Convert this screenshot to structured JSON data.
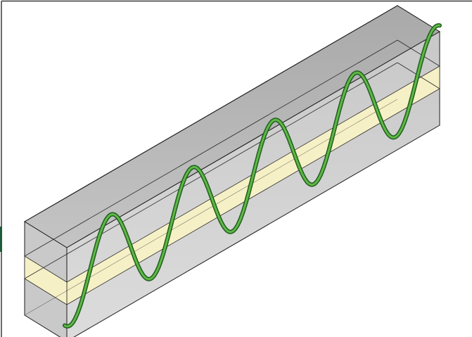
{
  "figure": {
    "kind": "isometric illustration of a rectangular beam with a sinusoidal tendon",
    "colors": {
      "page_background": "#ffffff",
      "frame_border": "#3a3a3a",
      "concrete_top": "#b9b9b9",
      "concrete_front": "#d2d2d2",
      "concrete_end": "#c9c9c9",
      "core_band": "#f6f0c6",
      "edge_line": "#1a1a1a",
      "tendon_outer": "#1f5e1f",
      "tendon_inner": "#5fb845",
      "left_marker": "#1e5b3a"
    },
    "tendon": {
      "waves": 4.6,
      "shape": "sinusoid"
    }
  }
}
